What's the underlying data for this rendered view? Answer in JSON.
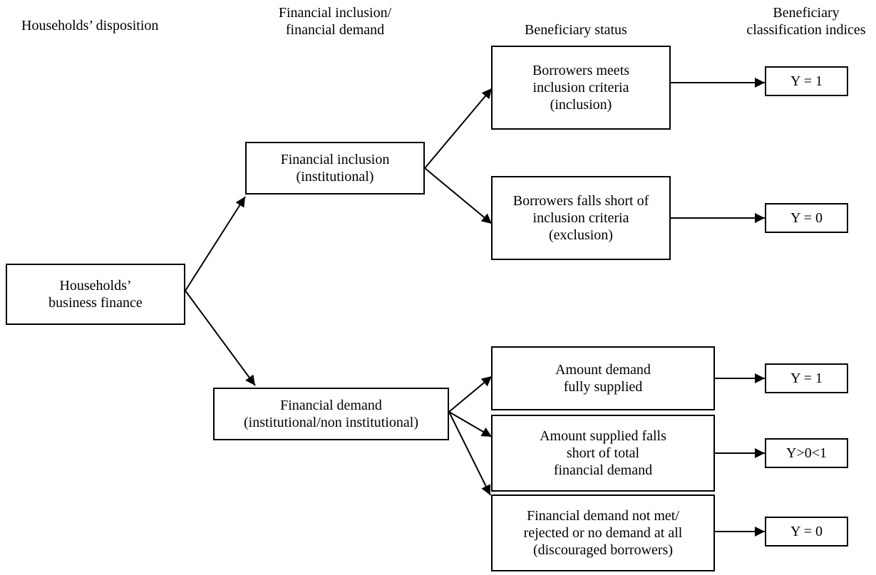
{
  "headers": {
    "col1": "Households’ disposition",
    "col2": "Financial inclusion/\nfinancial demand",
    "col3": "Beneficiary status",
    "col4": "Beneficiary\nclassification indices"
  },
  "nodes": {
    "root": "Households’\nbusiness finance",
    "inclusion": "Financial inclusion\n(institutional)",
    "demand": "Financial demand\n(institutional/non institutional)",
    "meets": "Borrowers meets\ninclusion criteria\n(inclusion)",
    "falls_short": "Borrowers falls short of\ninclusion criteria\n(exclusion)",
    "fully_supplied": "Amount demand\nfully supplied",
    "partially_supplied": "Amount supplied falls\nshort of total\nfinancial demand",
    "not_met": "Financial demand not met/\nrejected or no demand at all\n(discouraged borrowers)"
  },
  "indices": {
    "meets": "Y = 1",
    "falls_short": "Y = 0",
    "fully_supplied": "Y = 1",
    "partially_supplied": "Y>0<1",
    "not_met": "Y = 0"
  }
}
